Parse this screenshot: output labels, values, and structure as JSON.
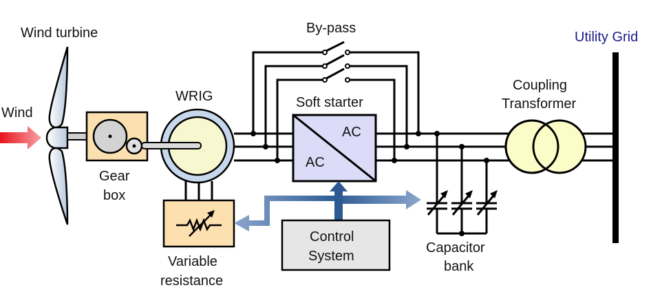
{
  "title": "Wind turbine WRIG with soft starter connected to utility grid",
  "labels": {
    "wind_turbine": "Wind turbine",
    "wind": "Wind",
    "gear_box_line1": "Gear",
    "gear_box_line2": "box",
    "wrig": "WRIG",
    "bypass": "By-pass",
    "soft_starter": "Soft starter",
    "ac_out": "AC",
    "ac_in": "AC",
    "coupling_line1": "Coupling",
    "coupling_line2": "Transformer",
    "utility_grid": "Utility Grid",
    "control_line1": "Control",
    "control_line2": "System",
    "capacitor_line1": "Capacitor",
    "capacitor_line2": "bank",
    "resistance_line1": "Variable",
    "resistance_line2": "resistance"
  },
  "colors": {
    "wind_arrow": "#e8141c",
    "gearbox_fill": "#fce0b0",
    "generator_ring": "#c8d8ec",
    "generator_core": "#f7f8d0",
    "softstarter_fill": "#dcdcf8",
    "transformer_fill": "#fcfcc8",
    "control_fill": "#e6e6e6",
    "control_arrow": "#2e5a94",
    "grid_label": "#1a1a8a"
  }
}
